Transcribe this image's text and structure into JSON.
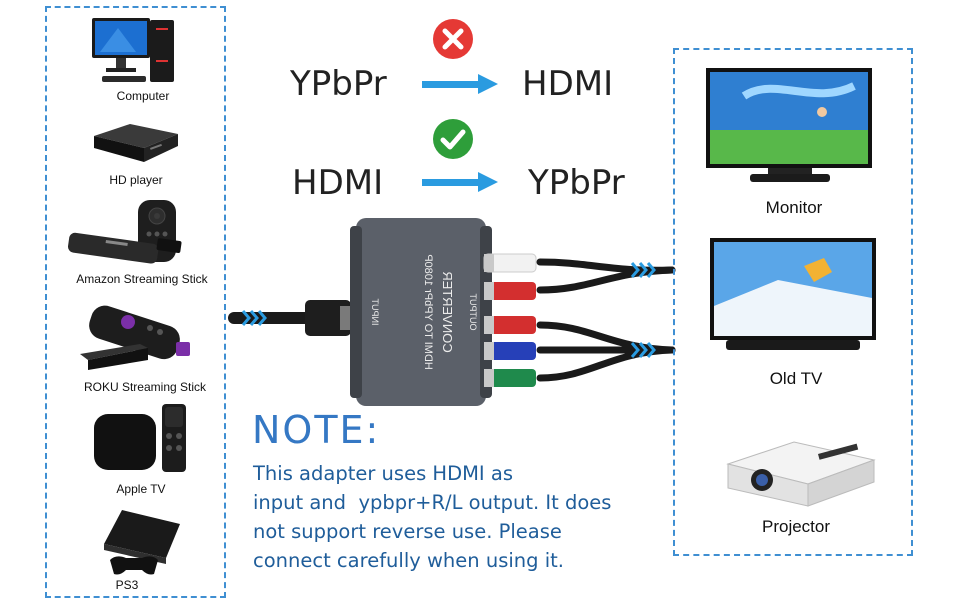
{
  "sources": [
    {
      "label": "Computer",
      "icon": "computer-icon"
    },
    {
      "label": "HD player",
      "icon": "hd-player-icon"
    },
    {
      "label": "Amazon Streaming Stick",
      "icon": "amazon-stick-icon"
    },
    {
      "label": "ROKU Streaming Stick",
      "icon": "roku-stick-icon"
    },
    {
      "label": "Apple TV",
      "icon": "apple-tv-icon"
    },
    {
      "label": "PS3",
      "icon": "ps3-icon"
    }
  ],
  "outputs": [
    {
      "label": "Monitor",
      "icon": "monitor-icon"
    },
    {
      "label": "Old TV",
      "icon": "old-tv-icon"
    },
    {
      "label": "Projector",
      "icon": "projector-icon"
    }
  ],
  "conversions": [
    {
      "from": "YPbPr",
      "to": "HDMI",
      "supported": false
    },
    {
      "from": "HDMI",
      "to": "YPbPr",
      "supported": true
    }
  ],
  "device": {
    "name_line1": "CONVERTER",
    "name_line2": "HDMI TO YPbPr 1080P",
    "input_label": "INPUT",
    "output_label": "OUTPUT"
  },
  "note": {
    "title": "NOTE:",
    "lines": [
      "This adapter uses HDMI as",
      "input and  ypbpr+R/L output. It does",
      "not support reverse use. Please",
      "connect carefully when using it."
    ]
  },
  "colors": {
    "panel_border": "#3f8fd2",
    "arrow": "#2a9be0",
    "cross": "#e53935",
    "check": "#2e9e3a",
    "note_title": "#3578c4",
    "note_text": "#1f5d9a"
  }
}
